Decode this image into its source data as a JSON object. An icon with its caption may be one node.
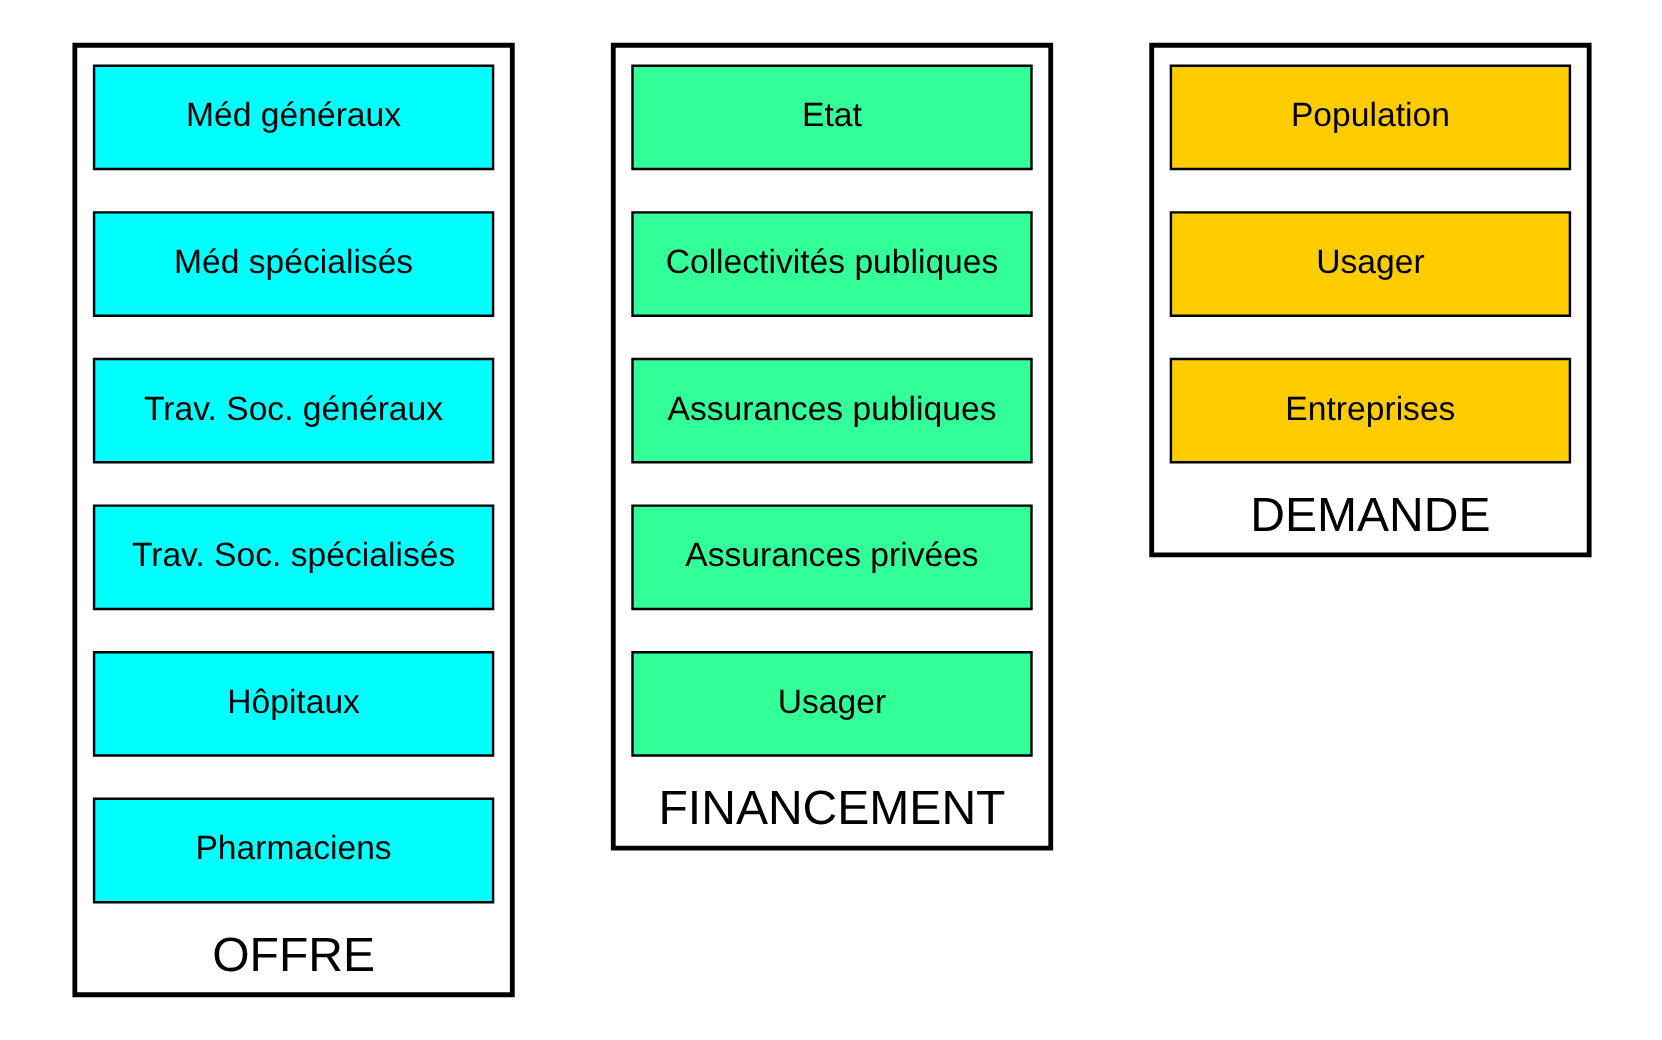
{
  "diagram": {
    "nodes": [
      {
        "text": [
          "OFFRE"
        ]
      },
      {
        "text": [
          "Méd généraux"
        ],
        "in": 0
      },
      {
        "text": [
          "Méd spécialisés"
        ],
        "in": 0
      },
      {
        "text": [
          "Trav. Soc. généraux"
        ],
        "in": 0
      },
      {
        "text": [
          "Trav. Soc. spécialisés"
        ],
        "in": 0
      },
      {
        "text": [
          "Hôpitaux"
        ],
        "in": 0
      },
      {
        "text": [
          "Pharmaciens"
        ],
        "in": 0
      },
      {
        "text": [
          "FINANCEMENT"
        ]
      },
      {
        "text": [
          "Etat"
        ],
        "in": 7
      },
      {
        "text": [
          "Collectivités publiques"
        ],
        "in": 7
      },
      {
        "text": [
          "Assurances publiques"
        ],
        "in": 7
      },
      {
        "text": [
          "Assurances privées"
        ],
        "in": 7
      },
      {
        "text": [
          "Usager"
        ],
        "in": 7
      },
      {
        "text": [
          "DEMANDE"
        ]
      },
      {
        "text": [
          "Population"
        ],
        "in": 13
      },
      {
        "text": [
          "Usager"
        ],
        "in": 13
      },
      {
        "text": [
          "Entreprises"
        ],
        "in": 13
      }
    ],
    "edges": []
  }
}
